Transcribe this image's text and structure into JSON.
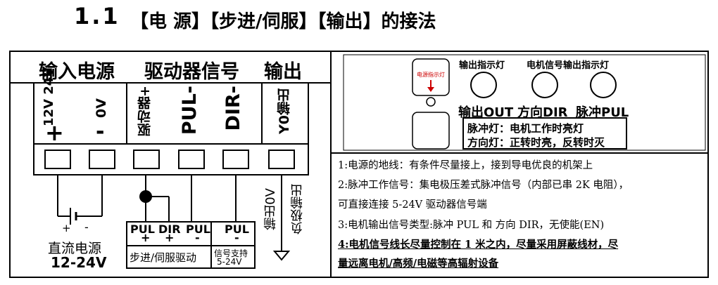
{
  "title": {
    "number": "1.1",
    "text": "【电 源】【步进/伺服】【输出】的接法"
  },
  "left": {
    "headers": {
      "power": "输入电源",
      "driver": "驱动器信号",
      "output": "输出"
    },
    "terminals": {
      "plus_volts": "12V 24V",
      "plus_sign": "+",
      "zero_v": "0V",
      "minus_sign": "-",
      "driver_plus": "驱动器+",
      "pul": "PUL-",
      "dir": "DIR-",
      "y0": "Y0输出"
    },
    "bottom": {
      "psu_plus": "+",
      "psu_minus": "-",
      "psu_label": "直流电源",
      "psu_voltage": "12-24V",
      "pul_plus_label": "PUL",
      "dir_plus_label": "DIR",
      "pul_plus_sign_1": "+",
      "pul_plus_sign_2": "+",
      "pul_minus_label": "PUL",
      "pul_minus_sign": "-",
      "pul2_label": "PUL",
      "pul2_sign": "-",
      "stepper_label": "步进/伺服驱动",
      "signal_support_1": "信号支持",
      "signal_support_2": "5-24V",
      "output_0v": "输出0V",
      "negative_output": "负极输出"
    }
  },
  "right": {
    "power_led_label": "电源指示灯",
    "output_led_label": "输出指示灯",
    "motor_led_label": "电机信号输出指示灯",
    "out_label": "输出OUT",
    "dir_label": "方向DIR",
    "pul_label": "脉冲PUL",
    "note_line1": "脉冲灯：电机工作时亮灯",
    "note_line2": "方向灯：正转时亮，反转时灭",
    "lines": [
      "1:电源的地线：有条件尽量接上，接到导电优良的机架上",
      "2:脉冲工作信号：集电极压差式脉冲信号（内部已串 2K 电阻），",
      "可直接连接 5-24V 驱动器信号端",
      "3:电机输出信号类型:脉冲 PUL 和  方向 DIR，无使能(EN)",
      "4:电机信号线长尽量控制在 1 米之内，尽量采用屏蔽线材，尽",
      "量远离电机/高频/电磁等高辐射设备"
    ]
  }
}
